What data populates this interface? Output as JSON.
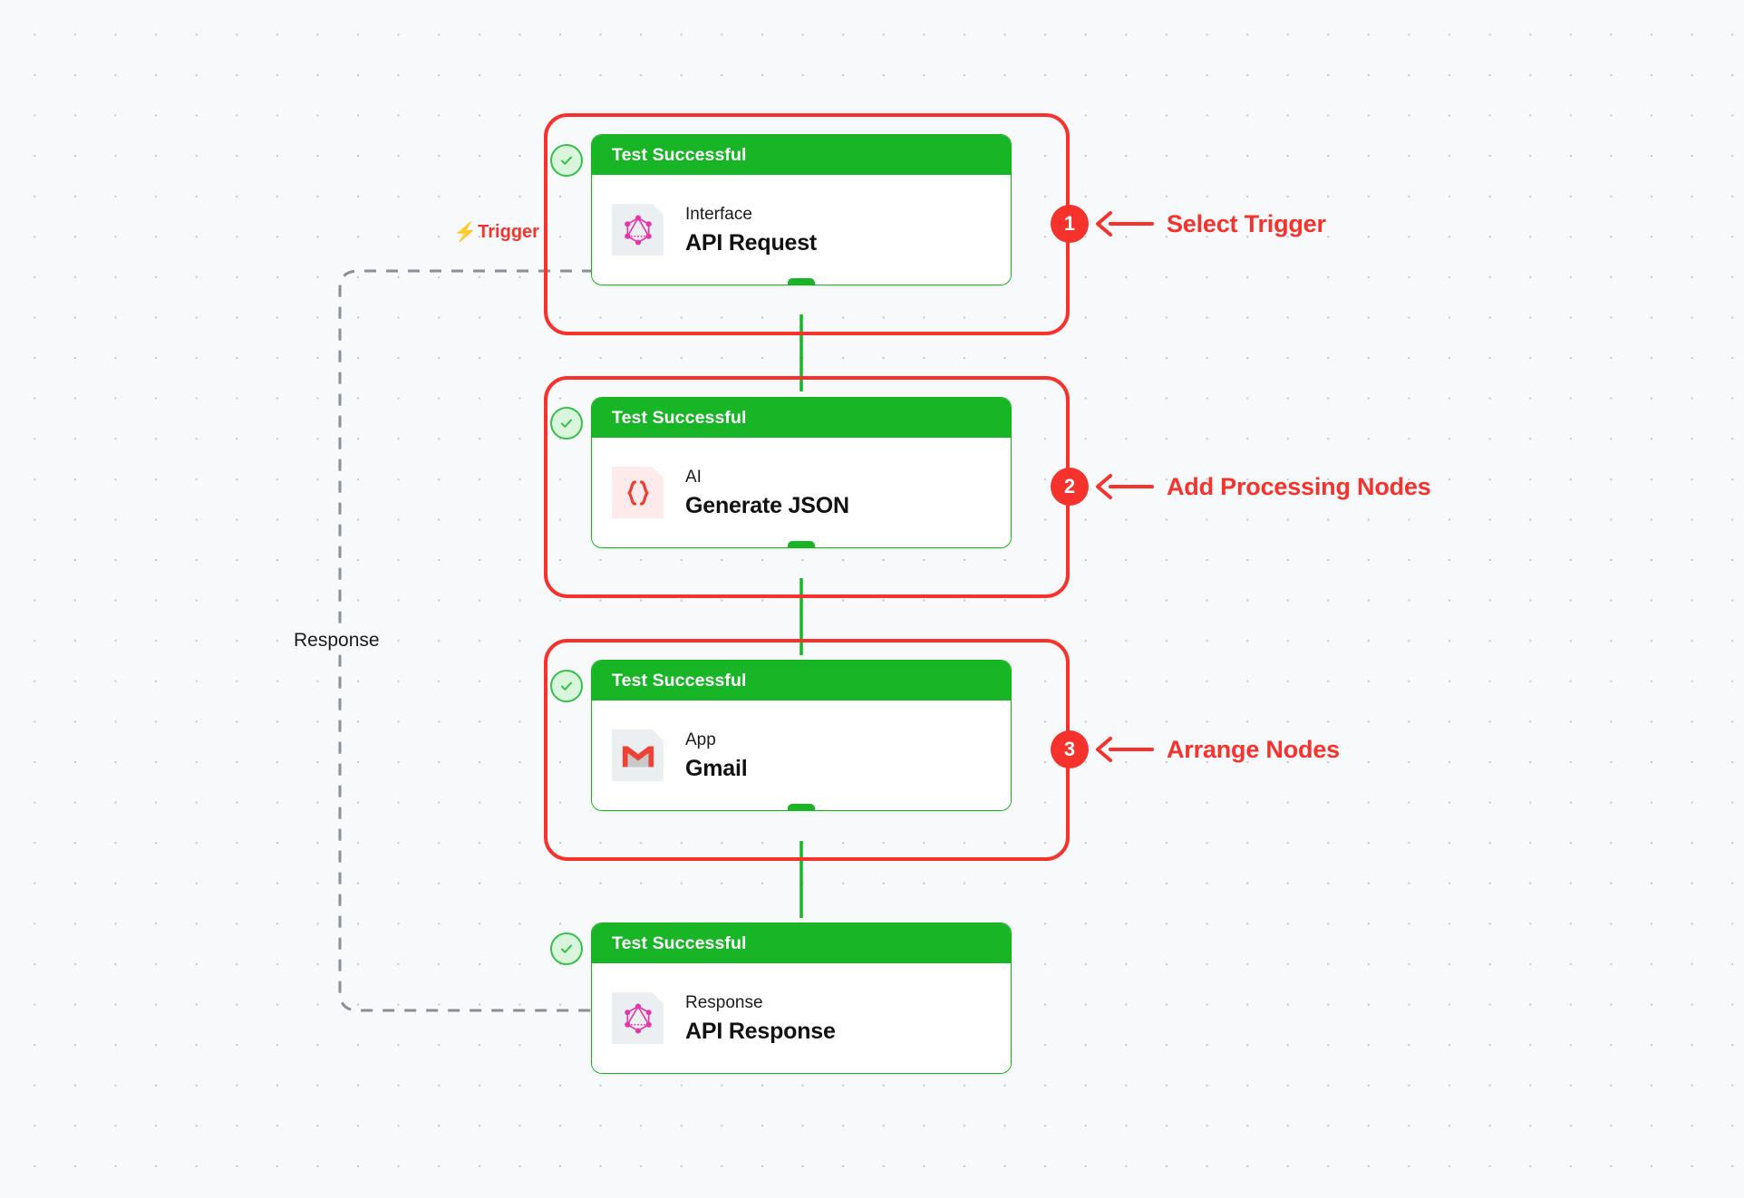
{
  "canvas": {
    "background_color": "#f7f9fb",
    "grid_dot_color": "#c3c7ce",
    "accent_red": "#f5322b",
    "accent_green": "#18b626",
    "status_text_color": "#ffffff"
  },
  "nodes": [
    {
      "id": "api-request",
      "status_label": "Test Successful",
      "kind": "Interface",
      "title": "API Request",
      "icon": "graphql-icon",
      "icon_style": "graybg",
      "status_icon": "check-circle-icon"
    },
    {
      "id": "generate-json",
      "status_label": "Test Successful",
      "kind": "AI",
      "title": "Generate JSON",
      "icon": "curly-braces-icon",
      "icon_style": "pinkbg",
      "status_icon": "check-circle-icon"
    },
    {
      "id": "gmail",
      "status_label": "Test Successful",
      "kind": "App",
      "title": "Gmail",
      "icon": "gmail-icon",
      "icon_style": "graybg",
      "status_icon": "check-circle-icon"
    },
    {
      "id": "api-response",
      "status_label": "Test Successful",
      "kind": "Response",
      "title": "API Response",
      "icon": "graphql-icon",
      "icon_style": "graybg",
      "status_icon": "check-circle-icon"
    }
  ],
  "annotations": [
    {
      "number": "1",
      "label": "Select Trigger"
    },
    {
      "number": "2",
      "label": "Add Processing Nodes"
    },
    {
      "number": "3",
      "label": "Arrange Nodes"
    }
  ],
  "edge_labels": {
    "trigger": {
      "bolt": "⚡",
      "text": "Trigger"
    },
    "response": {
      "text": "Response"
    }
  }
}
